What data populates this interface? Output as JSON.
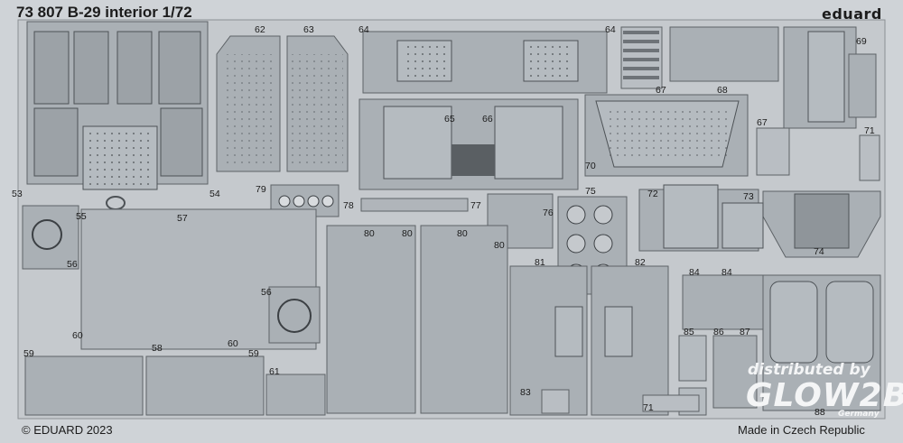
{
  "header": {
    "title": "73 807 B-29 interior 1/72",
    "brand": "eduard"
  },
  "footer": {
    "copyright": "© EDUARD 2023",
    "origin": "Made in Czech Republic"
  },
  "watermark": {
    "line1": "distributed by",
    "line2": "GLOW2B",
    "line3": "Germany"
  },
  "part_numbers": [
    "53",
    "54",
    "55",
    "56",
    "57",
    "58",
    "59",
    "60",
    "61",
    "62",
    "63",
    "64",
    "65",
    "66",
    "67",
    "68",
    "69",
    "70",
    "71",
    "72",
    "73",
    "74",
    "75",
    "76",
    "77",
    "78",
    "79",
    "80",
    "81",
    "82",
    "83",
    "84",
    "85",
    "86",
    "87",
    "88"
  ],
  "colors": {
    "fret": "#cfd3d7",
    "part": "#a9aeb3",
    "outline": "#6d7277",
    "detail": "#3c4044"
  }
}
